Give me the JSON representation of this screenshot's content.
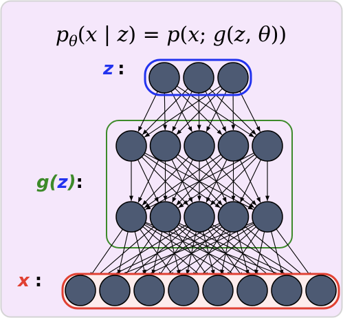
{
  "equation": {
    "p": "p",
    "theta_sub": "θ",
    "open": "(",
    "x": "x",
    "bar": " | ",
    "z": "z",
    "close": ")",
    "eq": " = ",
    "p2": "p",
    "open2": "(",
    "x2": "x",
    "semi": "; ",
    "g": "g",
    "open3": "(",
    "z2": "z",
    "comma": ", ",
    "theta": "θ",
    "close3": "))"
  },
  "labels": {
    "z": {
      "name": "z",
      "colon": ":"
    },
    "g": {
      "g": "g",
      "open": "(",
      "z": "z",
      "close": ")",
      "colon": ":"
    },
    "x": {
      "name": "x",
      "colon": ":"
    }
  },
  "layers": {
    "z_count": 3,
    "g1_count": 5,
    "g2_count": 5,
    "x_count": 8
  },
  "colors": {
    "background": "#f5e7fb",
    "border": "#d4d4d4",
    "z_box": "#2233ee",
    "g_box": "#3d8a2a",
    "x_box": "#e04032",
    "x_fill": "#fdecec",
    "node_fill": "#4d5a73",
    "node_stroke": "#000000",
    "edge": "#000000",
    "label_z": "#2233ee",
    "label_g": "#3d8a2a",
    "label_x": "#e04032"
  }
}
